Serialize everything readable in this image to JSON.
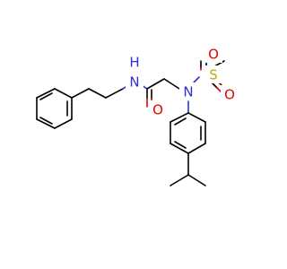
{
  "colors": {
    "background": "#ffffff",
    "carbon": "#000000",
    "nitrogen": "#2f2fd0",
    "oxygen": "#e60000",
    "sulfur": "#b5b500"
  },
  "atoms": {
    "amide_n": {
      "symbol": "N",
      "hydrogen": "H"
    },
    "amide_o": {
      "symbol": "O"
    },
    "sulfonamide_n": {
      "symbol": "N"
    },
    "sulfur": {
      "symbol": "S"
    },
    "sulfonyl_o_top": {
      "symbol": "O"
    },
    "sulfonyl_o_bottom": {
      "symbol": "O"
    }
  }
}
